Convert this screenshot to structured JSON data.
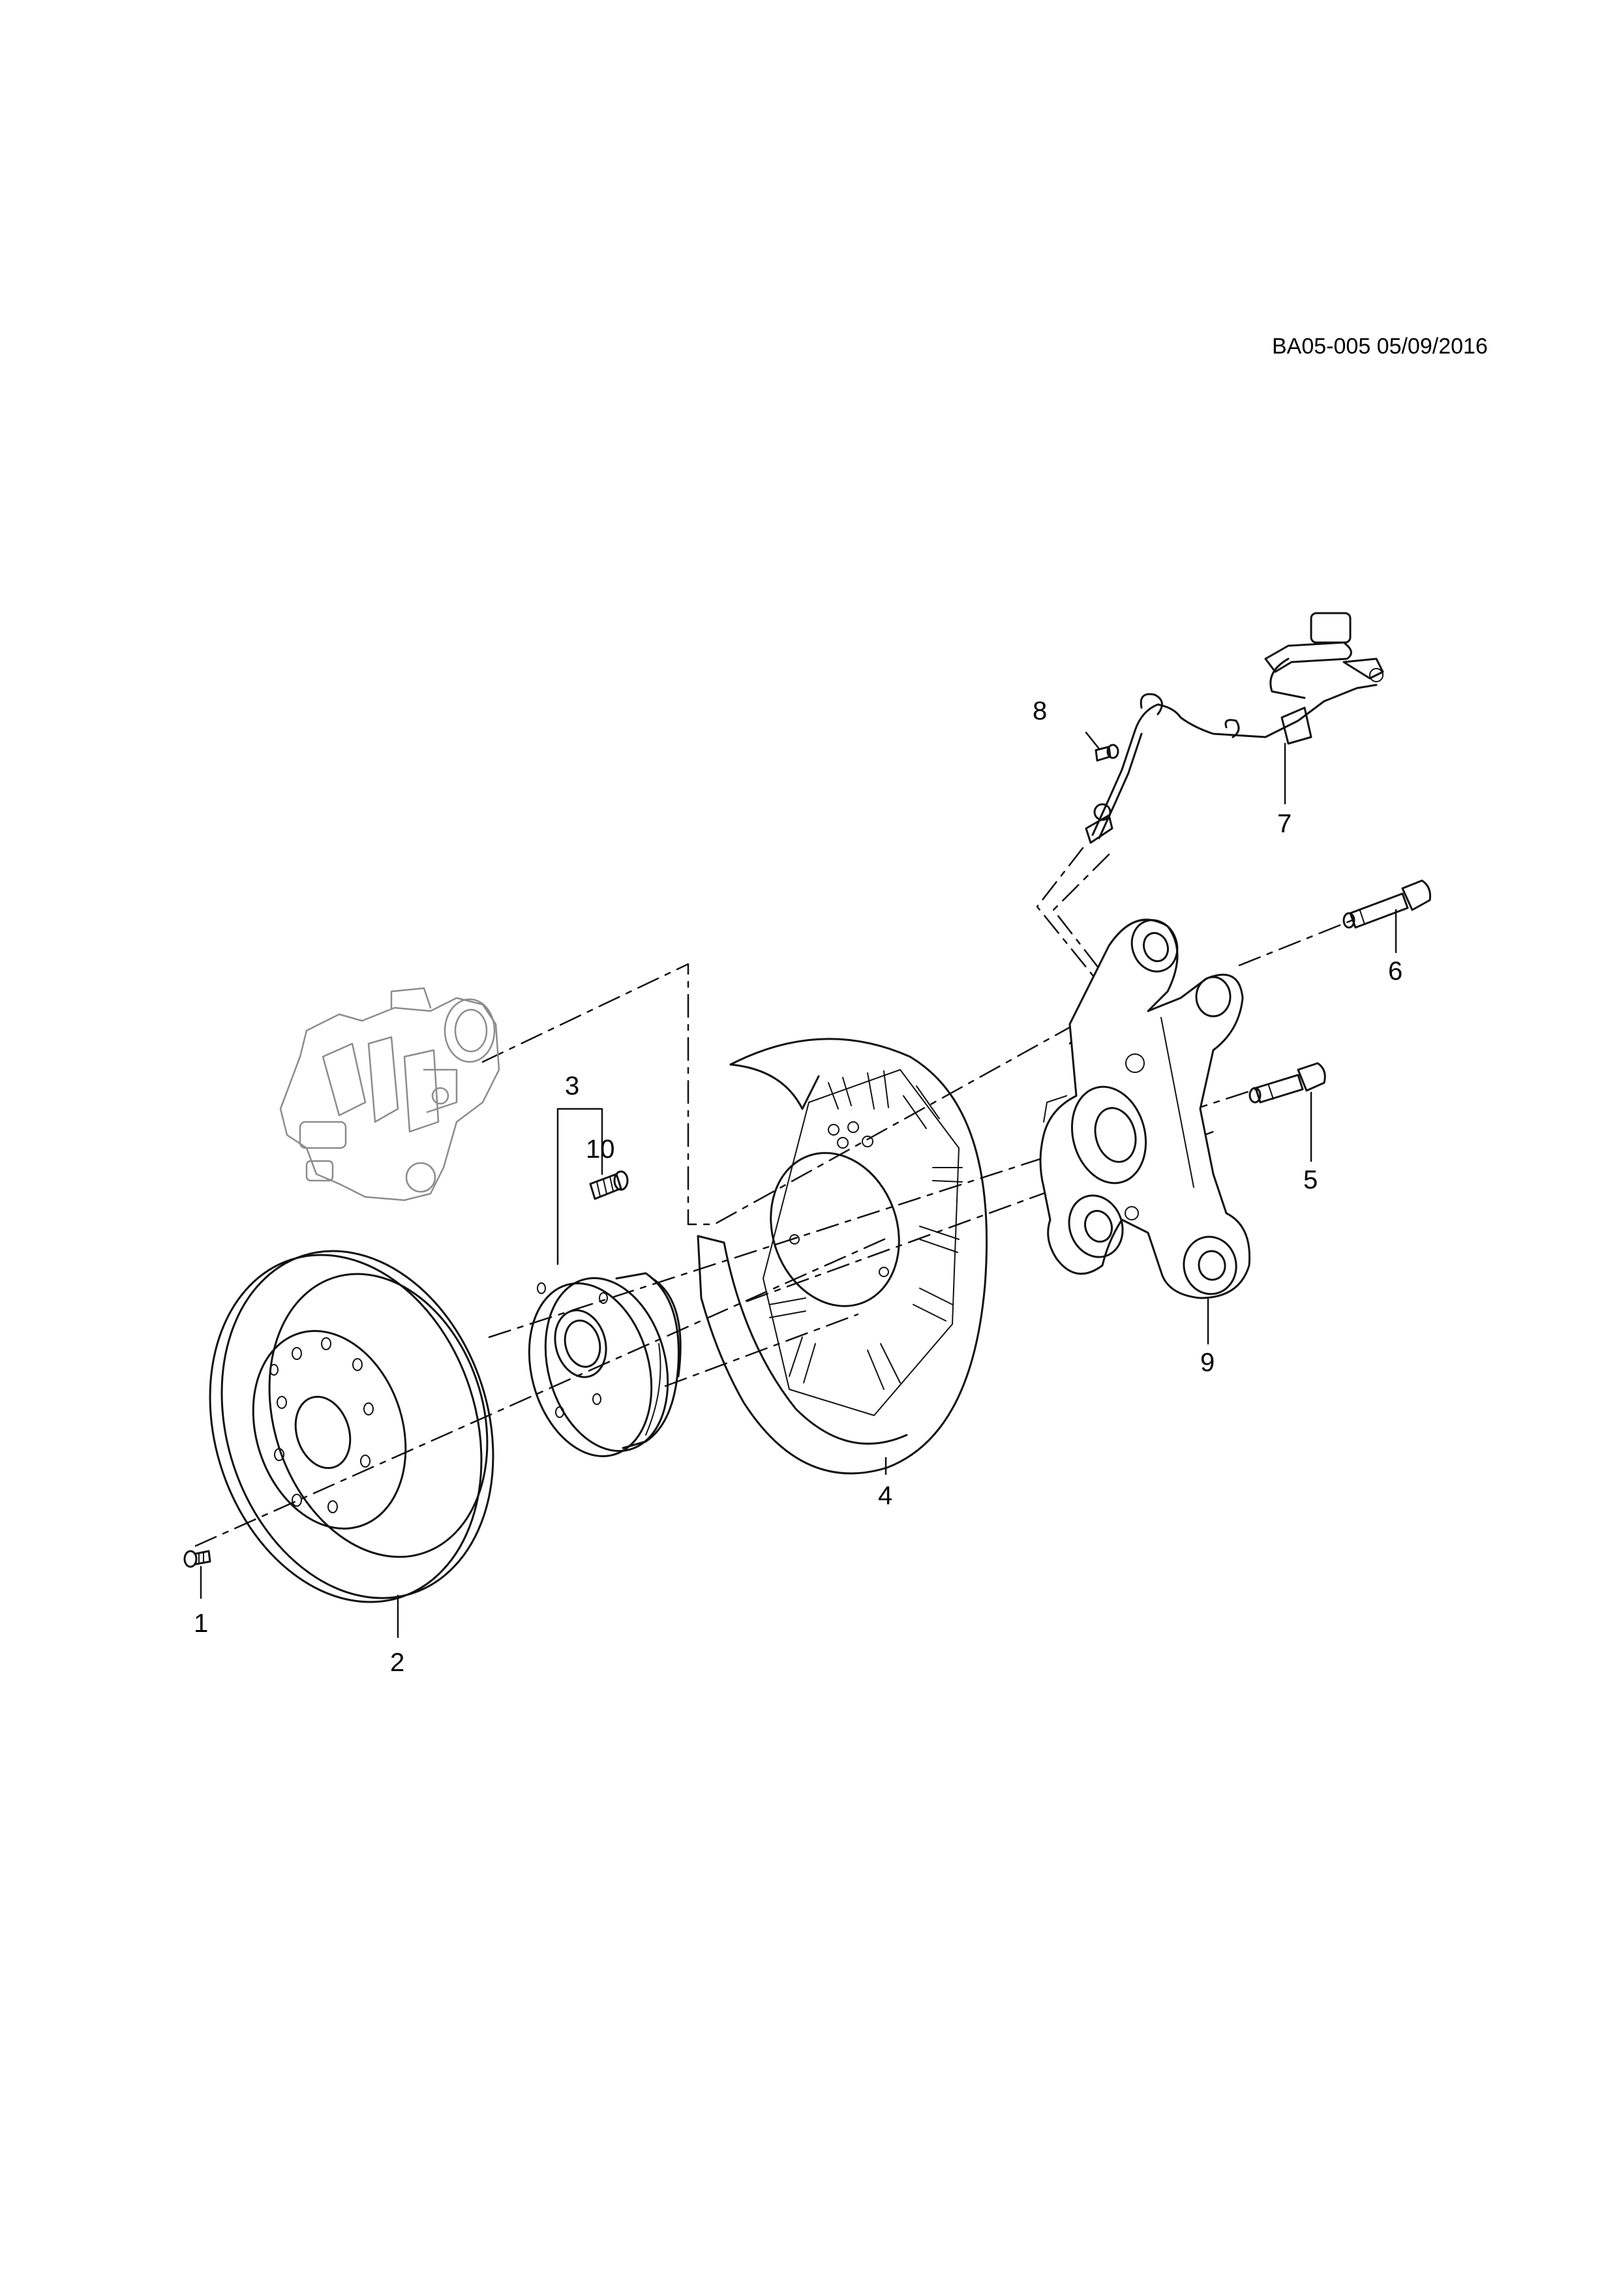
{
  "header": {
    "diagram_code": "BA05-005 05/09/2016"
  },
  "callouts": [
    {
      "number": "1"
    },
    {
      "number": "2"
    },
    {
      "number": "3"
    },
    {
      "number": "4"
    },
    {
      "number": "5"
    },
    {
      "number": "6"
    },
    {
      "number": "7"
    },
    {
      "number": "8"
    },
    {
      "number": "9"
    },
    {
      "number": "10"
    }
  ]
}
